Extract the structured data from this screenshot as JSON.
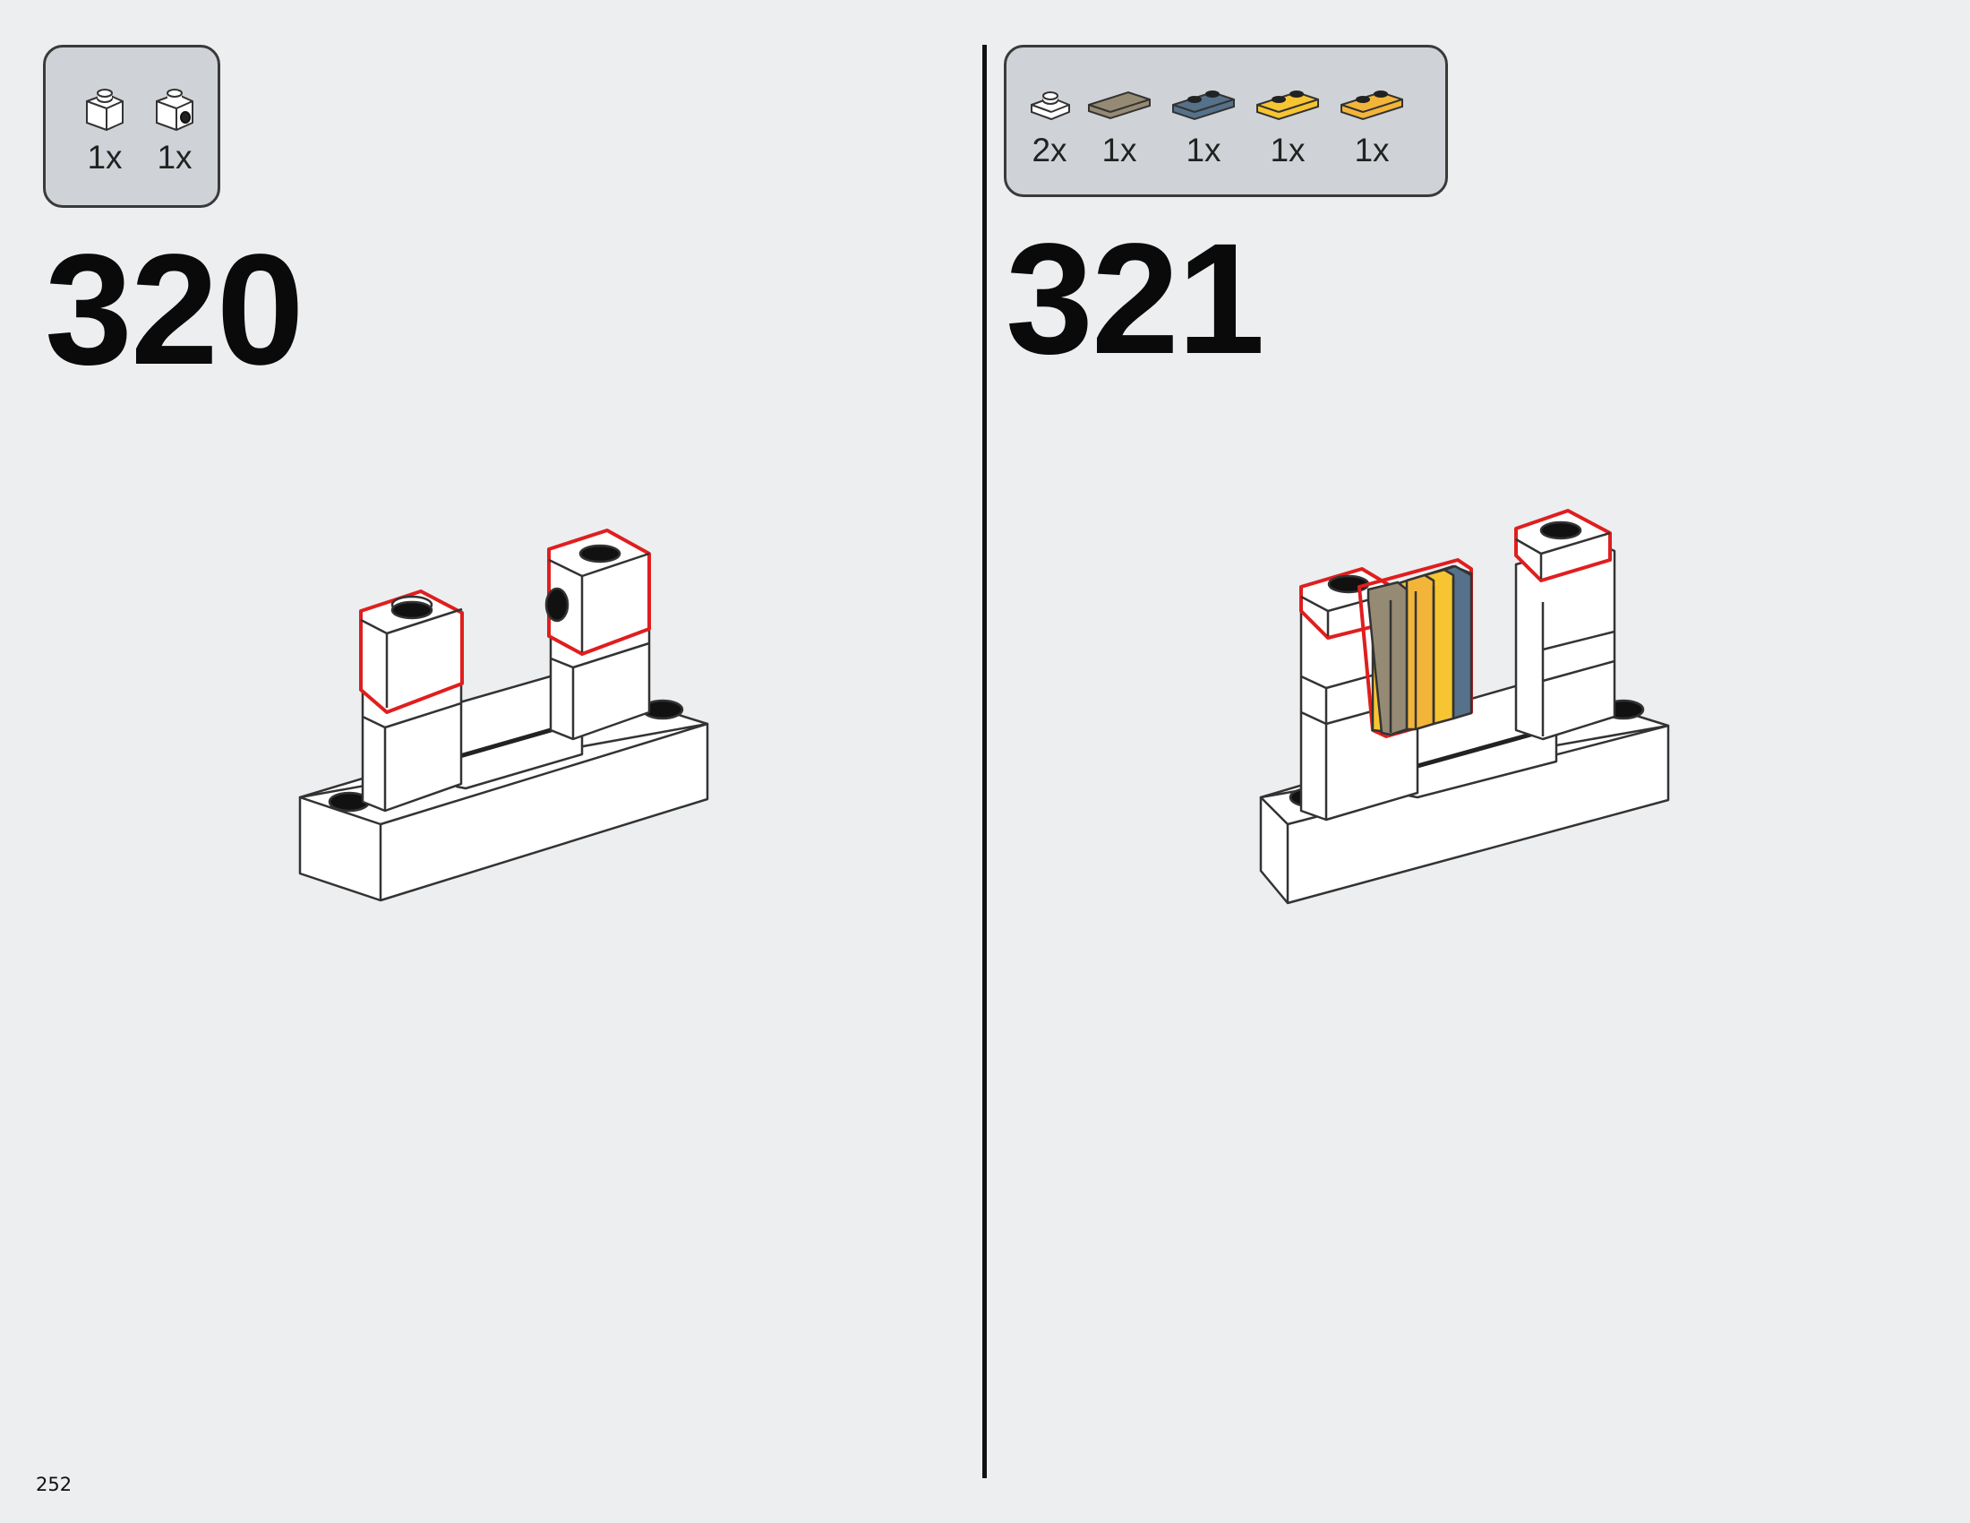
{
  "page_number": "252",
  "steps": [
    {
      "number": "320",
      "parts": [
        {
          "icon": "white-brick-1x1-icon",
          "qty": "1x",
          "color": "#ffffff"
        },
        {
          "icon": "white-brick-1x1-side-stud-icon",
          "qty": "1x",
          "color": "#ffffff"
        }
      ]
    },
    {
      "number": "321",
      "parts": [
        {
          "icon": "white-plate-1x1-icon",
          "qty": "2x",
          "color": "#ffffff"
        },
        {
          "icon": "tan-tile-1x2-icon",
          "qty": "1x",
          "color": "#958a73"
        },
        {
          "icon": "sand-blue-plate-1x2-icon",
          "qty": "1x",
          "color": "#56718a"
        },
        {
          "icon": "yellow-plate-1x2-icon",
          "qty": "1x",
          "color": "#f7c531"
        },
        {
          "icon": "light-orange-plate-1x2-icon",
          "qty": "1x",
          "color": "#f2b53a"
        }
      ]
    }
  ],
  "colors": {
    "highlight": "#e01e1e",
    "page_bg": "#eceef0",
    "parts_box_bg": "#cfd3d7"
  }
}
